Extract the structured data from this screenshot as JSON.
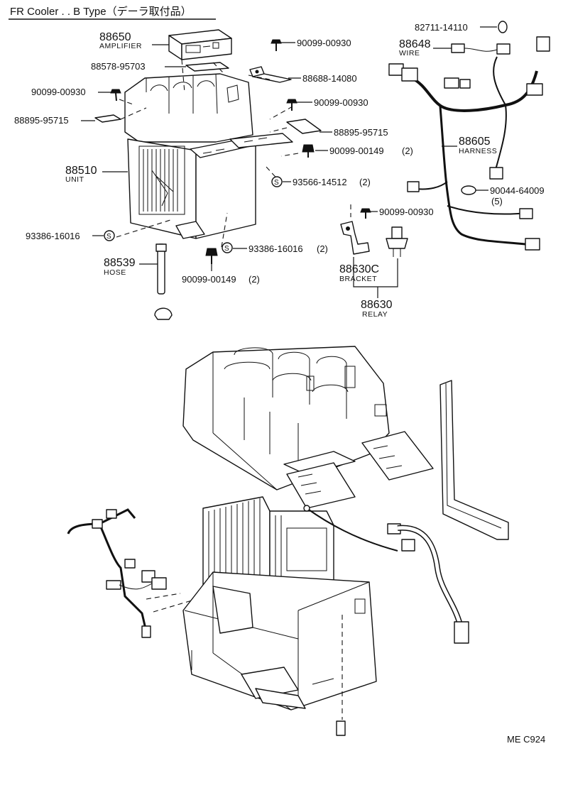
{
  "title": "FR Cooler . . B Type（デーラ取付品）",
  "diagram_code": "ME  C924",
  "parts": {
    "amplifier": {
      "number": "88650",
      "name": "AMPLIFIER"
    },
    "pad": {
      "number": "88578-95703"
    },
    "screw_top": {
      "number": "90099-00930"
    },
    "bracket_top": {
      "number": "88688-14080"
    },
    "screw_left": {
      "number": "90099-00930"
    },
    "screw_mid": {
      "number": "90099-00930"
    },
    "pad_left": {
      "number": "88895-95715"
    },
    "pad_right": {
      "number": "88895-95715"
    },
    "bolt_right": {
      "number": "90099-00149",
      "qty": "(2)"
    },
    "unit": {
      "number": "88510",
      "name": "UNIT"
    },
    "screw_s_right": {
      "number": "93566-14512",
      "qty": "(2)"
    },
    "screw_s_left": {
      "number": "93386-16016"
    },
    "screw_s_bottom": {
      "number": "93386-16016",
      "qty": "(2)"
    },
    "hose": {
      "number": "88539",
      "name": "HOSE"
    },
    "bolt_bottom": {
      "number": "90099-00149",
      "qty": "(2)"
    },
    "clip": {
      "number": "82711-14110"
    },
    "wire": {
      "number": "88648",
      "name": "WIRE"
    },
    "harness": {
      "number": "88605",
      "name": "HARNESS"
    },
    "clamp": {
      "number": "90044-64009",
      "qty": "(5)"
    },
    "screw_relay": {
      "number": "90099-00930"
    },
    "bracket": {
      "number": "88630C",
      "name": "BRACKET"
    },
    "relay": {
      "number": "88630",
      "name": "RELAY"
    }
  }
}
